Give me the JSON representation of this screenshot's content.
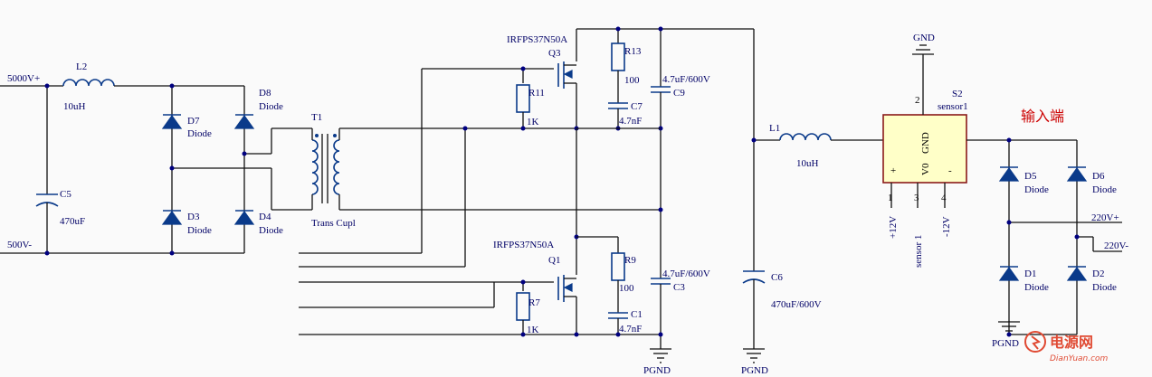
{
  "labels": {
    "v5000": "5000V+",
    "v500m": "500V-",
    "L2": "L2",
    "L2v": "10uH",
    "C5": "C5",
    "C5v": "470uF",
    "D7": "D7",
    "D7t": "Diode",
    "D8": "D8",
    "D8t": "Diode",
    "D3": "D3",
    "D3t": "Diode",
    "D4": "D4",
    "D4t": "Diode",
    "T1": "T1",
    "T1t": "Trans Cupl",
    "Q3p": "IRFPS37N50A",
    "Q3": "Q3",
    "R11": "R11",
    "R11v": "1K",
    "R13": "R13",
    "R13v": "100",
    "C7": "C7",
    "C7v": "4.7nF",
    "C9": "C9",
    "C9v": "4.7uF/600V",
    "Q1p": "IRFPS37N50A",
    "Q1": "Q1",
    "R7": "R7",
    "R7v": "1K",
    "R9": "R9",
    "R9v": "100",
    "C1": "C1",
    "C1v": "4.7nF",
    "C3": "C3",
    "C3v": "4.7uF/600V",
    "pgnd1": "PGND",
    "pgnd2": "PGND",
    "pgnd3": "PGND",
    "L1": "L1",
    "L1v": "10uH",
    "C6": "C6",
    "C6v": "470uF/600V",
    "gnd": "GND",
    "S2": "S2",
    "S2t": "sensor1",
    "pin2": "2",
    "pin1": "1",
    "pin3": "3",
    "pin4": "4",
    "ic_gnd": "GND",
    "ic_v0": "V0",
    "ic_plus": "+",
    "ic_minus": "-",
    "p12": "+12V",
    "sensor1": "sensor 1",
    "m12": "-12V",
    "input": "输入端",
    "D5": "D5",
    "D5t": "Diode",
    "D6": "D6",
    "D6t": "Diode",
    "D1": "D1",
    "D1t": "Diode",
    "D2": "D2",
    "D2t": "Diode",
    "v220p": "220V+",
    "v220m": "220V-",
    "wm1": "电源网",
    "wm2": "DianYuan.com"
  },
  "colors": {
    "wire": "#111111",
    "component": "#0a3a8a",
    "label": "#000066",
    "accent": "#cc0000"
  }
}
